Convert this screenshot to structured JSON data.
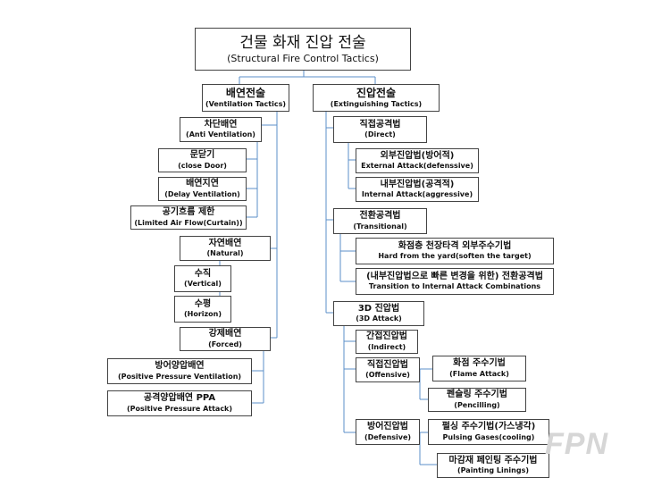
{
  "root": {
    "ko": "건물 화재 진압 전술",
    "en": "(Structural Fire Control Tactics)"
  },
  "ventilation": {
    "ko": "배연전술",
    "en": "(Ventilation Tactics)"
  },
  "extinguishing": {
    "ko": "진압전술",
    "en": "(Extinguishing Tactics)"
  },
  "anti_vent": {
    "ko": "차단배연",
    "en": "(Anti Ventilation)"
  },
  "close_door": {
    "ko": "문닫기",
    "en": "(close Door)"
  },
  "delay_vent": {
    "ko": "배연지연",
    "en": "(Delay Ventilation)"
  },
  "limited_air": {
    "ko": "공기흐름 제한",
    "en": "(Limited Air Flow(Curtain))"
  },
  "natural": {
    "ko": "자연배연",
    "en": "(Natural)"
  },
  "vertical": {
    "ko": "수직",
    "en": "(Vertical)"
  },
  "horizon": {
    "ko": "수평",
    "en": "(Horizon)"
  },
  "forced": {
    "ko": "강제배연",
    "en": "(Forced)"
  },
  "ppv": {
    "ko": "방어양압배연",
    "en": "(Positive Pressure Ventilation)"
  },
  "ppa": {
    "ko": "공격양압배연 PPA",
    "en": "(Positive Pressure Attack)"
  },
  "direct": {
    "ko": "직접공격법",
    "en": "(Direct)"
  },
  "external": {
    "ko": "외부진압법(방어적)",
    "en": "External Attack(defenssive)"
  },
  "internal": {
    "ko": "내부진압법(공격적)",
    "en": "Internal Attack(aggressive)"
  },
  "transitional": {
    "ko": "전환공격법",
    "en": "(Transitional)"
  },
  "hard_yard": {
    "ko": "화점층 천장타격 외부주수기법",
    "en": "Hard from the yard(soften the target)"
  },
  "transition": {
    "ko": "(내부진압법으로 빠른 변경을 위한) 전환공격법",
    "en": "Transition to Internal Attack Combinations"
  },
  "attack3d": {
    "ko": "3D 진압법",
    "en": "(3D Attack)"
  },
  "indirect": {
    "ko": "간접진압법",
    "en": "(Indirect)"
  },
  "offensive": {
    "ko": "직접진압법",
    "en": "(Offensive)"
  },
  "flame": {
    "ko": "화점 주수기법",
    "en": "(Flame Attack)"
  },
  "pencilling": {
    "ko": "펜슬링 주수기법",
    "en": "(Pencilling)"
  },
  "defensive": {
    "ko": "방어진압법",
    "en": "(Defensive)"
  },
  "pulsing": {
    "ko": "펄싱 주수기법(가스냉각)",
    "en": "Pulsing Gases(cooling)"
  },
  "painting": {
    "ko": "마감재 페인팅 주수기법",
    "en": "(Painting Linings)"
  },
  "watermark": "FPN"
}
